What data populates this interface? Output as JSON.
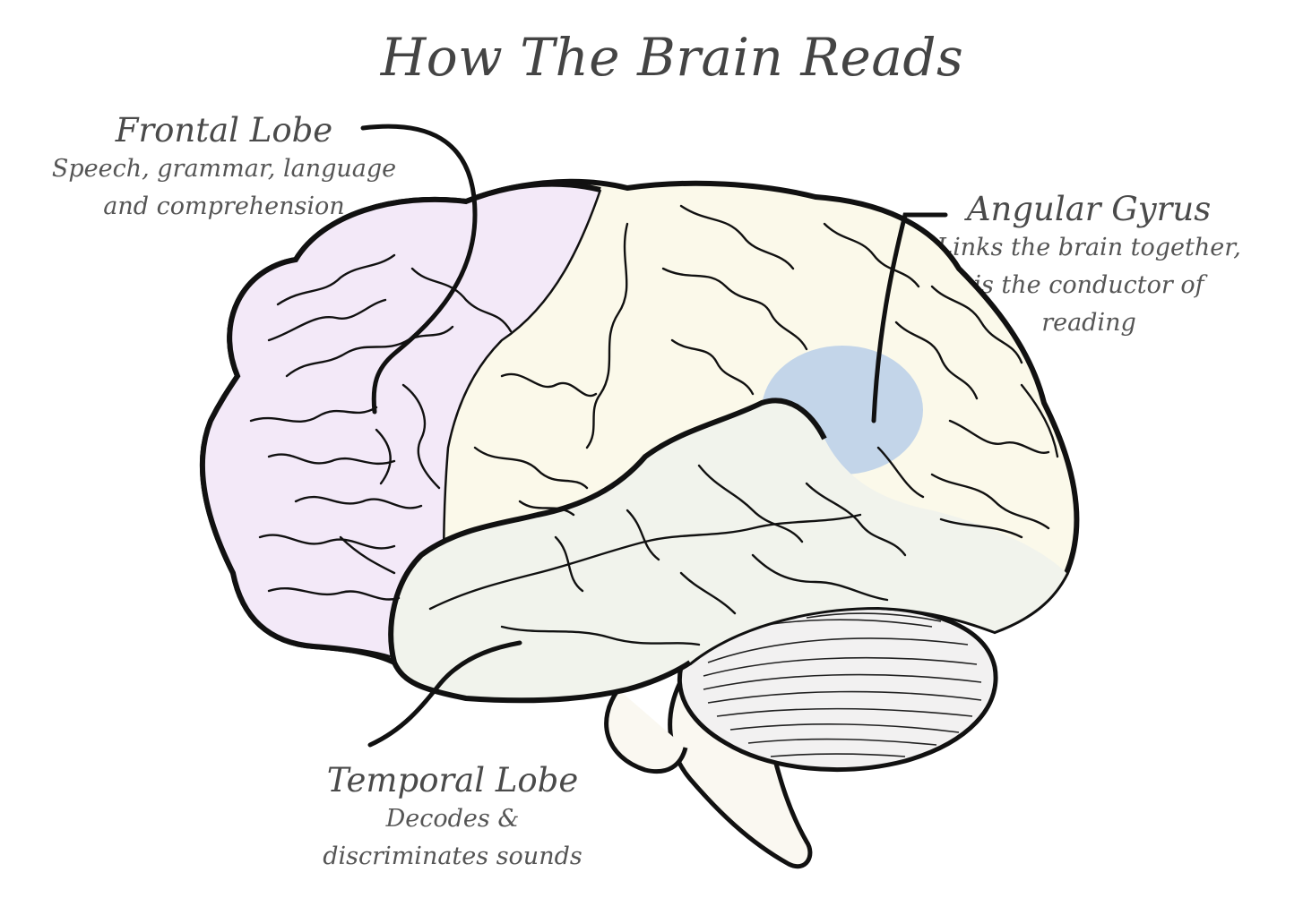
{
  "title": "How The Brain Reads",
  "regions": {
    "frontal_lobe": {
      "name": "Frontal Lobe",
      "desc_line1": "Speech, grammar, language",
      "desc_line2": "and comprehension",
      "color": "#f3e9f8"
    },
    "angular_gyrus": {
      "name": "Angular Gyrus",
      "desc_line1": "Links the brain together,",
      "desc_line2": "is the conductor of",
      "desc_line3": "reading",
      "color": "#b8cfe9"
    },
    "temporal_lobe": {
      "name": "Temporal Lobe",
      "desc_line1": "Decodes &",
      "desc_line2": "discriminates sounds",
      "color": "#f1f3ec"
    }
  },
  "colors": {
    "cerebrum_fill": "#fbf9ea",
    "cerebellum_fill": "#f2f1f1",
    "brainstem_fill": "#faf8f1",
    "outline": "#111111"
  }
}
